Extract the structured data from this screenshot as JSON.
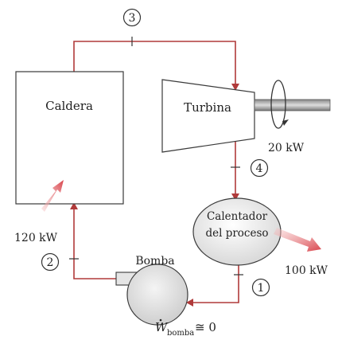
{
  "components": {
    "boiler": "Caldera",
    "turbine": "Turbina",
    "heater_line1": "Calentador",
    "heater_line2": "del proceso",
    "pump": "Bomba"
  },
  "states": [
    "1",
    "2",
    "3",
    "4"
  ],
  "energy": {
    "boiler_heat_in": "120 kW",
    "turbine_work_out": "20 kW",
    "heater_heat_out": "100 kW",
    "pump_work_symbol": "W",
    "pump_work_subscript": "bomba",
    "pump_work_rest": "≅ 0"
  },
  "colors": {
    "pipe": "#b03a3a",
    "outline": "#3a3a3a",
    "heat_arrow": "#d8424a",
    "fill_gray": "#e3e3e3"
  }
}
